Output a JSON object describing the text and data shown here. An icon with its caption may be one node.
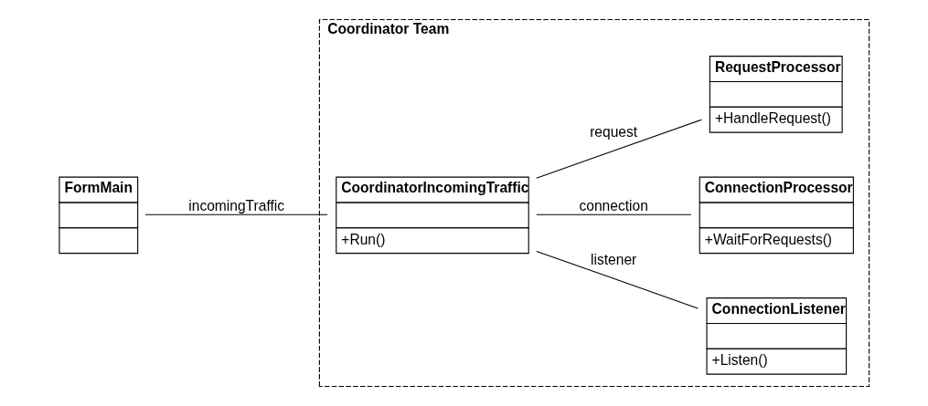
{
  "diagram": {
    "nodes": [
      {
        "text": [
          "Coordinator Team"
        ]
      },
      {
        "text": [
          "FormMain"
        ]
      },
      {
        "text": [
          "CoordinatorIncomingTraffic",
          "+Run()"
        ],
        "in": 0
      },
      {
        "text": [
          "ConnectionListener",
          "+Listen()"
        ],
        "in": 0
      },
      {
        "text": [
          "ConnectionProcessor",
          "+WaitForRequests()"
        ],
        "in": 0
      },
      {
        "text": [
          "RequestProcessor",
          "+HandleRequest()"
        ],
        "in": 0
      }
    ],
    "edges": [
      {
        "from": 1,
        "to": 2,
        "arrow": "none",
        "label": "incomingTraffic"
      },
      {
        "from": 2,
        "to": 3,
        "arrow": "none",
        "label": "listener"
      },
      {
        "from": 2,
        "to": 4,
        "arrow": "none",
        "label": "connection"
      },
      {
        "from": 2,
        "to": 5,
        "arrow": "none",
        "label": "request"
      }
    ]
  }
}
